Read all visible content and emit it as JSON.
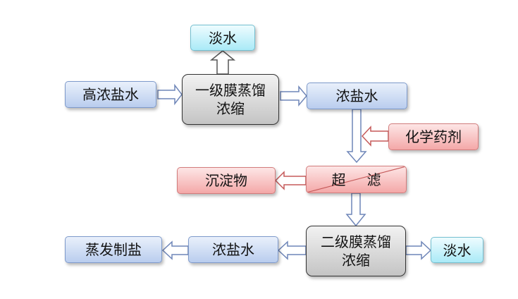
{
  "nodes": {
    "fresh_water_top": "淡水",
    "high_brine": "高浓盐水",
    "membrane_1_line1": "一级膜蒸馏",
    "membrane_1_line2": "浓缩",
    "brine_1": "浓盐水",
    "chemicals": "化学药剂",
    "sediment": "沉淀物",
    "filter_char1": "超",
    "filter_char2": "滤",
    "membrane_2_line1": "二级膜蒸馏",
    "membrane_2_line2": "浓缩",
    "brine_2": "浓盐水",
    "evaporation_salt": "蒸发制盐",
    "fresh_water_right": "淡水"
  },
  "colors": {
    "blue_arrow": "#6f86b8",
    "red_arrow": "#c55a5a",
    "gray_arrow": "#555555"
  }
}
